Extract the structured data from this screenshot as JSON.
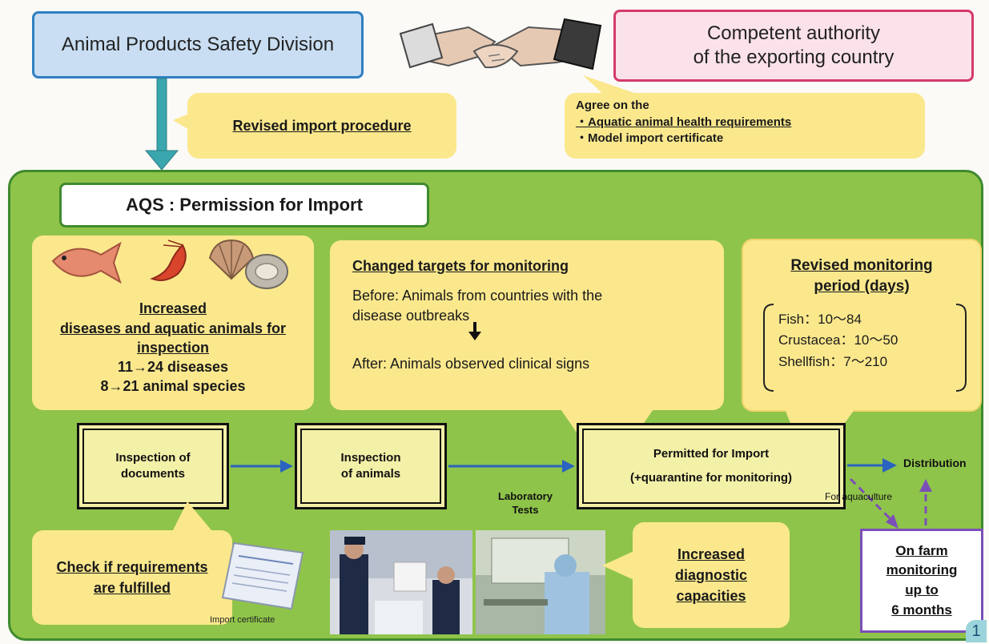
{
  "header": {
    "left_box": "Animal Products Safety Division",
    "right_box_line1": "Competent authority",
    "right_box_line2": "of the exporting country"
  },
  "callouts": {
    "revised_import": "Revised import procedure",
    "agree_title": "Agree on the",
    "agree_items": [
      "・Aquatic animal health requirements",
      "・Model import certificate"
    ]
  },
  "aqs": {
    "title": "AQS : Permission for Import"
  },
  "increased_box": {
    "line1": "Increased",
    "line2": "diseases and aquatic animals for",
    "line3": "inspection",
    "diseases": "11→24 diseases",
    "species": "8→21   animal species"
  },
  "targets_box": {
    "title": "Changed targets for monitoring",
    "before_line1": "Before: Animals from countries with the",
    "before_line2": "disease outbreaks",
    "after": "After: Animals observed clinical signs"
  },
  "period_box": {
    "title_line1": "Revised monitoring",
    "title_line2": "period (days)",
    "rows": [
      "Fish：10～84",
      "Crustacea：10～50",
      "Shellfish：7～210"
    ]
  },
  "process": {
    "step1_line1": "Inspection of",
    "step1_line2": "documents",
    "step2_line1": "Inspection",
    "step2_line2": "of animals",
    "step3_line1": "Permitted for Import",
    "step3_line2": "(+quarantine for monitoring)",
    "lab_line1": "Laboratory",
    "lab_line2": "Tests",
    "distribution": "Distribution",
    "aquaculture": "For aquaculture"
  },
  "bottom": {
    "check_line1": "Check if requirements",
    "check_line2": "are fulfilled",
    "certificate_caption": "Import certificate",
    "diag_line1": "Increased",
    "diag_line2": "diagnostic",
    "diag_line3": "capacities",
    "farm_line1": "On farm",
    "farm_line2": "monitoring",
    "farm_line3": "up to",
    "farm_line4": "6 months",
    "page_number": "1"
  },
  "colors": {
    "green_panel": "#8fc44a",
    "green_border": "#3f8a2e",
    "blue_box": "#c9def2",
    "blue_border": "#2f7fc1",
    "pink_box": "#fbe1ea",
    "pink_border": "#d33a6a",
    "bubble": "#fbe88d",
    "flow_arrow": "#2a63c0",
    "dashed_arrow": "#7b4fb6",
    "teal_arrow": "#3aa6ad"
  }
}
